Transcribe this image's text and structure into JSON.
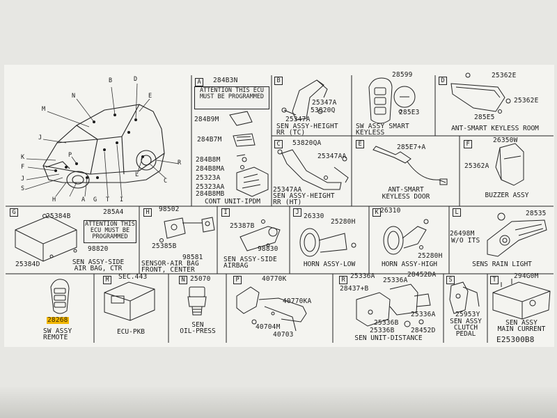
{
  "diagram_id": "E25300B8",
  "overview": {
    "callouts": [
      "A",
      "B",
      "C",
      "D",
      "E",
      "F",
      "G",
      "H",
      "I",
      "J",
      "K",
      "L",
      "M",
      "N",
      "P",
      "R",
      "S",
      "T"
    ]
  },
  "panels": {
    "A": {
      "letter": "A",
      "parts": [
        "284B3N",
        "284B9M",
        "284B7M",
        "284B8M",
        "284B8MA",
        "25323A",
        "25323AA",
        "284B8MB"
      ],
      "note": "ATTENTION THIS ECU MUST BE PROGRAMMED",
      "caption": "CONT UNIT-IPDM"
    },
    "B": {
      "letter": "B",
      "parts": [
        "25347A",
        "53820Q",
        "25347A"
      ],
      "caption_line1": "SEN ASSY-HEIGHT",
      "caption_line2": "RR (TC)"
    },
    "SW_SMART": {
      "parts": [
        "28599",
        "285E3"
      ],
      "caption_line1": "SW ASSY SMART",
      "caption_line2": "KEYLESS"
    },
    "D": {
      "letter": "D",
      "parts": [
        "25362E",
        "25362E",
        "285E5"
      ],
      "caption": "ANT-SMART KEYLESS ROOM"
    },
    "C": {
      "letter": "C",
      "parts": [
        "53820QA",
        "25347AA",
        "25347AA"
      ],
      "caption_line1": "SEN ASSY-HEIGHT",
      "caption_line2": "RR (HT)"
    },
    "E": {
      "letter": "E",
      "parts": [
        "285E7+A"
      ],
      "caption_line1": "ANT-SMART",
      "caption_line2": "KEYLESS DOOR"
    },
    "F": {
      "letter": "F",
      "parts": [
        "26350W",
        "25362A"
      ],
      "caption": "BUZZER ASSY"
    },
    "G": {
      "letter": "G",
      "parts": [
        "25384B",
        "285A4",
        "98820",
        "25384D"
      ],
      "note": "ATTENTION THIS ECU MUST BE PROGRAMMED",
      "caption_line1": "SEN ASSY-SIDE",
      "caption_line2": "AIR BAG, CTR"
    },
    "H": {
      "letter": "H",
      "parts": [
        "98502",
        "25385B",
        "98581"
      ],
      "caption_line1": "SENSOR-AIR BAG",
      "caption_line2": "FRONT, CENTER"
    },
    "I": {
      "letter": "I",
      "parts": [
        "25387B",
        "98830"
      ],
      "caption_line1": "SEN ASSY-SIDE",
      "caption_line2": "AIRBAG"
    },
    "J": {
      "letter": "J",
      "parts": [
        "26330",
        "25280H"
      ],
      "caption": "HORN ASSY-LOW"
    },
    "K": {
      "letter": "K",
      "parts": [
        "26310",
        "25280H"
      ],
      "caption": "HORN ASSY-HIGH"
    },
    "L": {
      "letter": "L",
      "parts": [
        "28535",
        "26498M"
      ],
      "note": "W/O ITS",
      "caption": "SENS RAIN LIGHT"
    },
    "SW_REMOTE": {
      "part": "28268",
      "caption_line1": "SW ASSY",
      "caption_line2": "REMOTE"
    },
    "M": {
      "letter": "M",
      "parts": [
        "SEC.443"
      ],
      "caption": "ECU-PKB"
    },
    "N": {
      "letter": "N",
      "parts": [
        "25070"
      ],
      "caption_line1": "SEN",
      "caption_line2": "OIL-PRESS"
    },
    "P": {
      "letter": "P",
      "parts": [
        "40770K",
        "40770KA",
        "40704M",
        "40703"
      ]
    },
    "R": {
      "letter": "R",
      "parts": [
        "25336A",
        "28437+B",
        "25336A",
        "28452DA",
        "25336A",
        "25336B",
        "25336B",
        "28452D"
      ],
      "caption": "SEN UNIT-DISTANCE"
    },
    "S": {
      "letter": "S",
      "parts": [
        "25953Y"
      ],
      "caption_line1": "SEN ASSY",
      "caption_line2": "CLUTCH",
      "caption_line3": "PEDAL"
    },
    "T": {
      "letter": "T",
      "parts": [
        "294G0M"
      ],
      "caption_line1": "SEN ASSY",
      "caption_line2": "MAIN CURRENT"
    }
  },
  "colors": {
    "paper": "#f4f4f0",
    "ink": "#1a1a1a",
    "highlight": "#f2b705"
  }
}
